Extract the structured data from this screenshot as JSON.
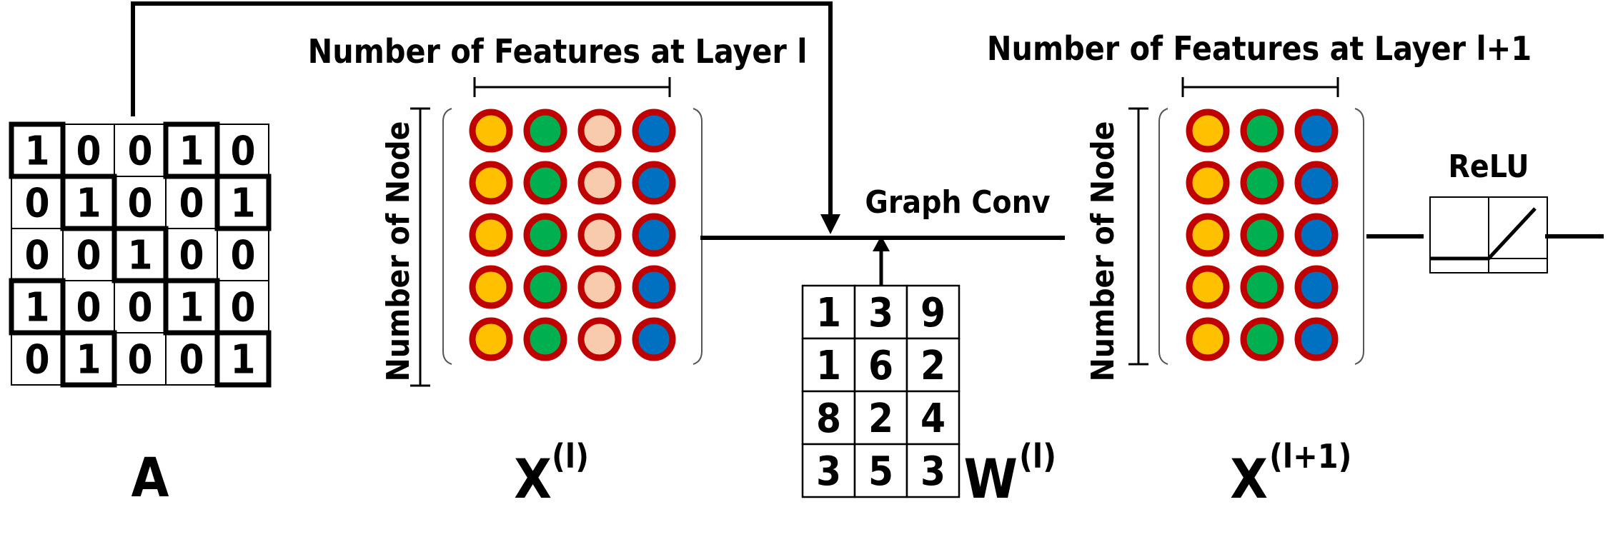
{
  "adjacency": {
    "label": "A",
    "rows": [
      [
        "1",
        "0",
        "0",
        "1",
        "0"
      ],
      [
        "0",
        "1",
        "0",
        "0",
        "1"
      ],
      [
        "0",
        "0",
        "1",
        "0",
        "0"
      ],
      [
        "1",
        "0",
        "0",
        "1",
        "0"
      ],
      [
        "0",
        "1",
        "0",
        "0",
        "1"
      ]
    ]
  },
  "x_l": {
    "label": "X",
    "sup": "(l)",
    "features_label": "Number of Features at Layer l",
    "nodes_label": "Number of Node",
    "colors": [
      "#FFC000",
      "#00B050",
      "#F8CBAD",
      "#0070C0"
    ],
    "rim_color": "#C00000",
    "rows": 5
  },
  "weights": {
    "label": "W",
    "sup": "(l)",
    "rows": [
      [
        "1",
        "3",
        "9"
      ],
      [
        "1",
        "6",
        "2"
      ],
      [
        "8",
        "2",
        "4"
      ],
      [
        "3",
        "5",
        "3"
      ]
    ]
  },
  "operation": {
    "label": "Graph Conv"
  },
  "x_l1": {
    "label": "X",
    "sup": "(l+1)",
    "features_label": "Number of Features at Layer l+1",
    "nodes_label": "Number of Node",
    "colors": [
      "#FFC000",
      "#00B050",
      "#0070C0"
    ],
    "rim_color": "#C00000",
    "rows": 5
  },
  "activation": {
    "label": "ReLU"
  }
}
